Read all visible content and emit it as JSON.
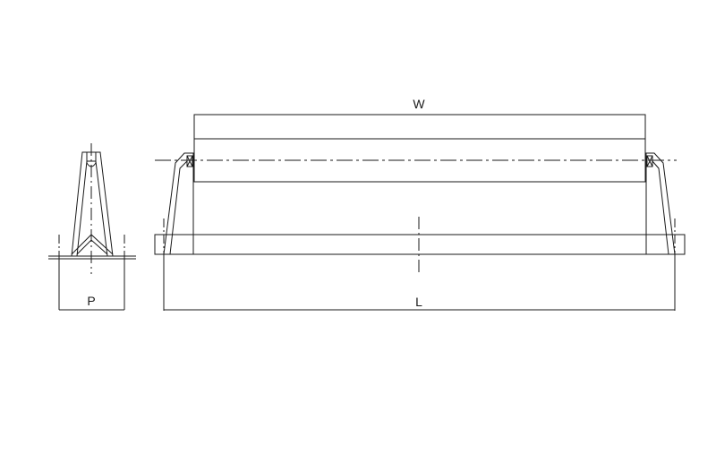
{
  "colors": {
    "line": "#1a1a1a",
    "background": "#ffffff"
  },
  "dimensions": {
    "width_label": "W",
    "length_label": "L",
    "pitch_label": "P"
  }
}
